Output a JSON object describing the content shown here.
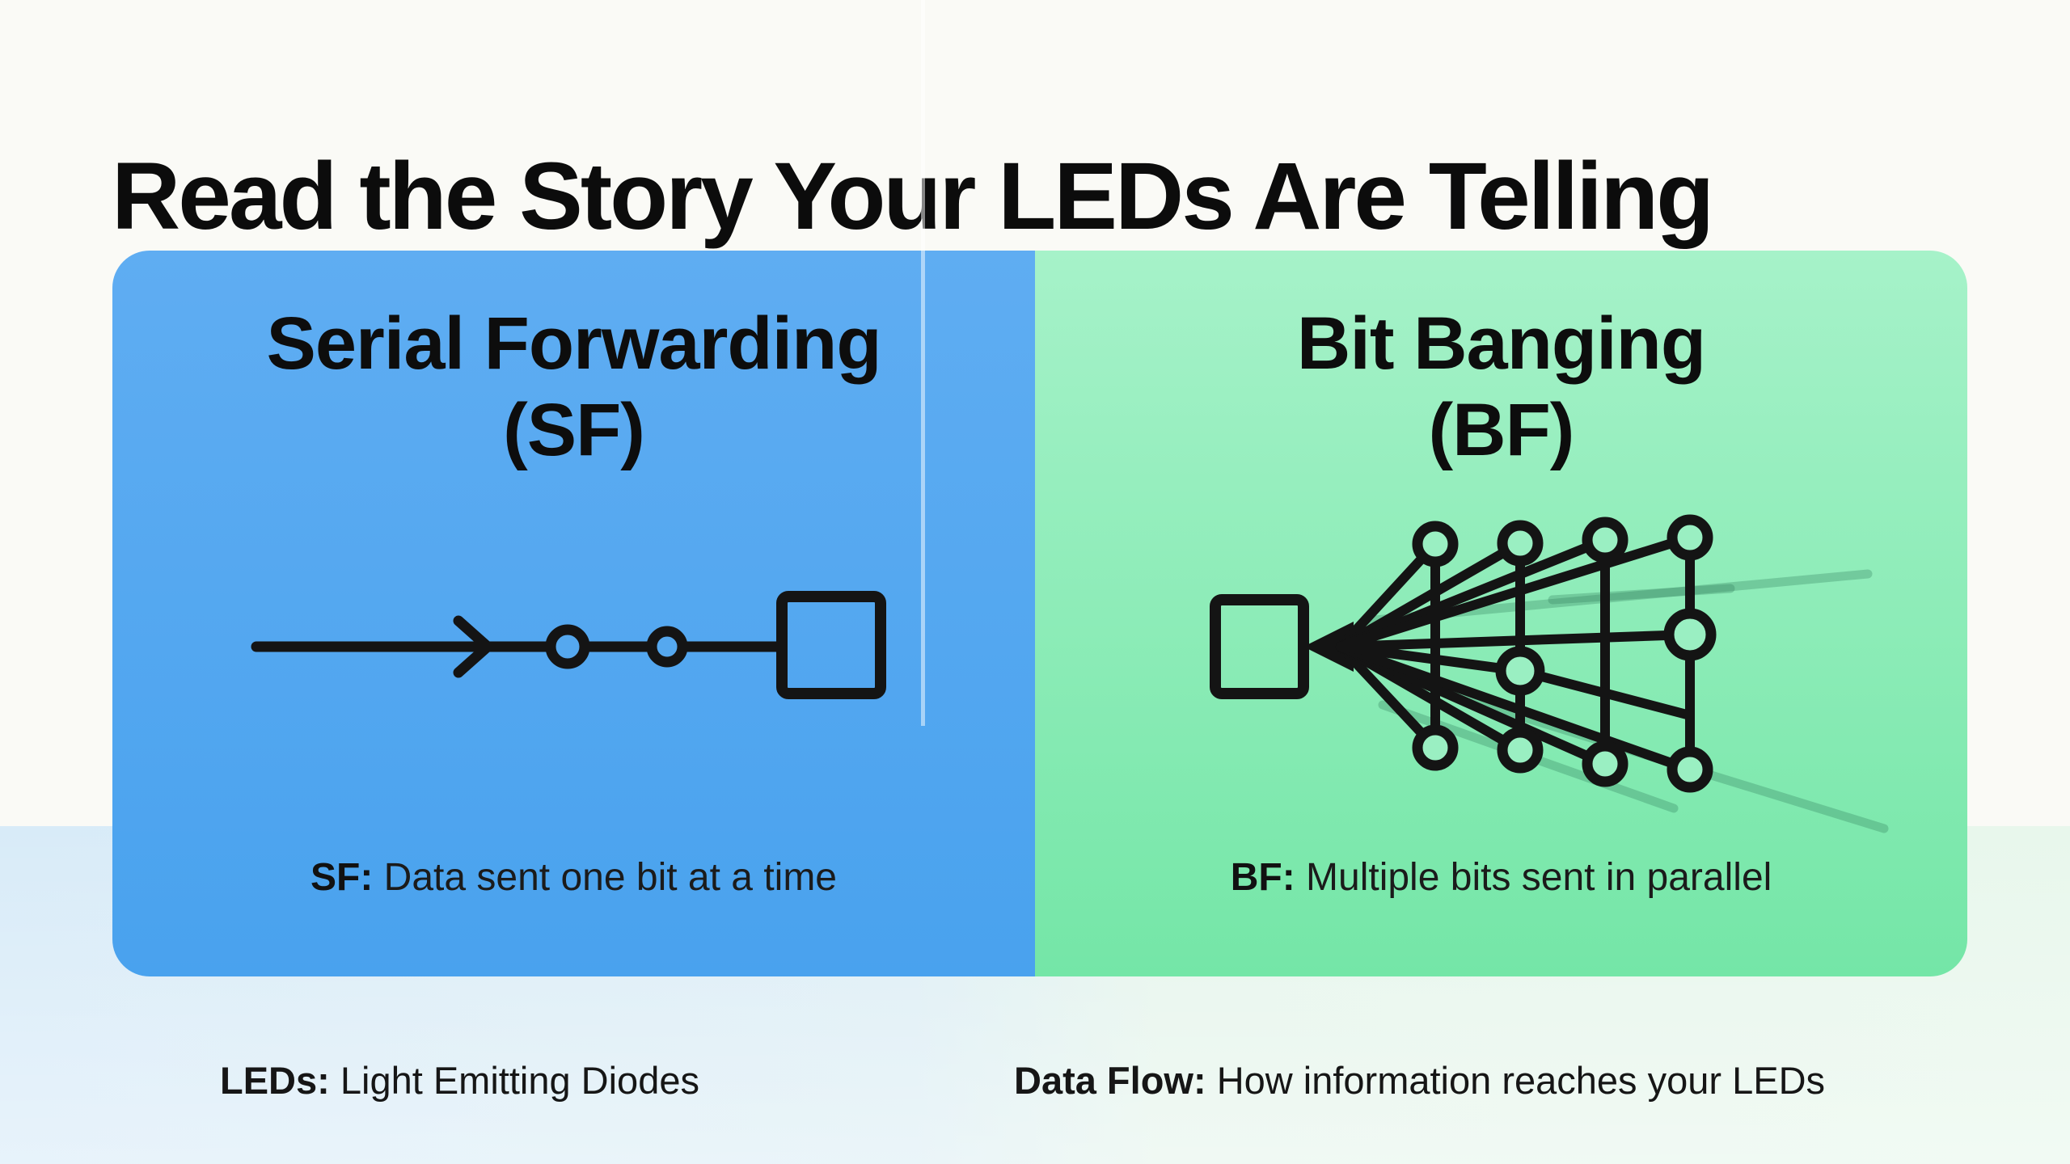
{
  "page": {
    "title": "Read the Story Your LEDs Are Telling"
  },
  "panels": {
    "left": {
      "heading_line1": "Serial Forwarding",
      "heading_line2": "(SF)",
      "caption_label": "SF:",
      "caption_text": "Data sent one bit at a time"
    },
    "right": {
      "heading_line1": "Bit Banging",
      "heading_line2": "(BF)",
      "caption_label": "BF:",
      "caption_text": "Multiple bits sent in parallel"
    }
  },
  "footer": {
    "left_label": "LEDs:",
    "left_text": "Light Emitting Diodes",
    "right_label": "Data Flow:",
    "right_text": "How information reaches your LEDs"
  },
  "icons": {
    "left_diagram": "serial-chain-diagram",
    "right_diagram": "parallel-fanout-diagram"
  },
  "colors": {
    "page_bg": "#fafaf6",
    "band_blue": "#d8ebf8",
    "band_green": "#e8f7ec",
    "blue_top": "#5fadf2",
    "blue_bottom": "#49a2ee",
    "blue_fill": "#55a8ef",
    "green_top": "#a6f2c9",
    "green_bottom": "#74e6a7",
    "green_fill": "#9aefc2",
    "ink": "#141414",
    "ghost": "#2e7a58"
  }
}
